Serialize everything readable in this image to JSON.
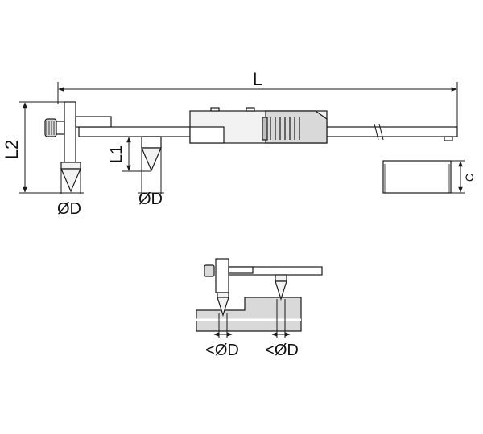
{
  "diagram": {
    "labels": {
      "length": "L",
      "height_total": "L2",
      "height_offset": "L1",
      "tip_diameter_left": "ØD",
      "tip_diameter_mid": "ØD",
      "section_thickness": "C",
      "measure_left": "<ØD",
      "measure_right": "<ØD"
    },
    "colors": {
      "stroke": "#1a1a1a",
      "fill_light": "#f2f2f2",
      "fill_mid": "#d9d9d9",
      "fill_dark": "#bdbdbd"
    }
  }
}
